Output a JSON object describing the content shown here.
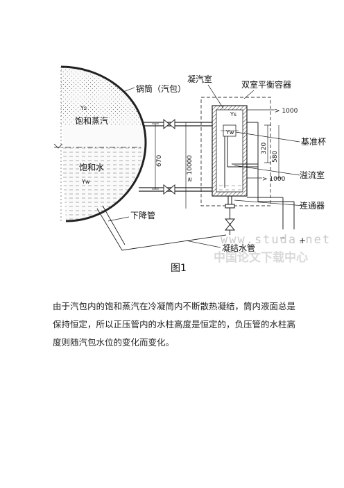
{
  "figure": {
    "labels": {
      "drum": "锅筒（汽包）",
      "steam": "饱和蒸汽",
      "water": "饱和水",
      "ys": "Ys",
      "yw": "Yw",
      "condense_chamber": "凝汽室",
      "double_chamber": "双室平衡容器",
      "reference_cup": "基准杯",
      "overflow_chamber": "溢流室",
      "connector": "连通器",
      "downcomer": "下降管",
      "condensate_pipe": "凝结水管",
      "minus": "−",
      "plus": "+"
    },
    "dimensions": {
      "d1000_top": "> 1000",
      "d1000_mid": "> 1000",
      "d670": "670",
      "d10000": "≥ 10000",
      "d320": "320",
      "d580": "580"
    },
    "watermark": {
      "url": "www.studa.net",
      "site": "中国论文下载中心"
    },
    "caption": "图1"
  },
  "paragraph": "由于汽包内的饱和蒸汽在冷凝筒内不断散热凝结，筒内液面总是保持恒定，所以正压管内的水柱高度是恒定的，负压管的水柱高度则随汽包水位的变化而变化。"
}
